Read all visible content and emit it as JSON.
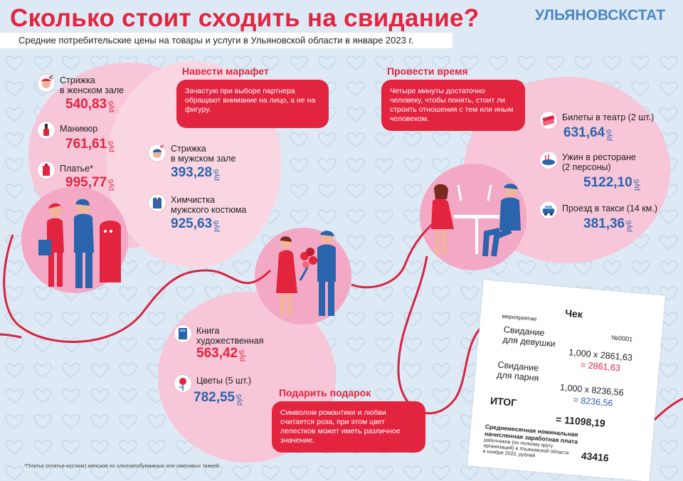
{
  "header": {
    "title": "Сколько стоит сходить на свидание?",
    "brand": "УЛЬЯНОВСКСТАТ",
    "subtitle": "Средние потребительские цены на товары и услуги в Ульяновской области в январе 2023 г."
  },
  "unit": "руб",
  "makeover": {
    "title": "Навести марафет",
    "note": "Зачастую при выборе партнера обращают внимание на лицо, а не на фигуру.",
    "items": [
      {
        "label_1": "Стрижка",
        "label_2": "в женском зале",
        "price": "540,83",
        "icon": "scissors-icon"
      },
      {
        "label_1": "Маникюр",
        "label_2": "",
        "price": "761,61",
        "icon": "nail-polish-icon"
      },
      {
        "label_1": "Платье*",
        "label_2": "",
        "price": "995,77",
        "icon": "dress-icon"
      },
      {
        "label_1": "Стрижка",
        "label_2": "в мужском зале",
        "price": "393,28",
        "icon": "male-haircut-icon"
      },
      {
        "label_1": "Химчистка",
        "label_2": "мужского костюма",
        "price": "925,63",
        "icon": "suit-icon"
      }
    ]
  },
  "gift": {
    "title": "Подарить подарок",
    "note": "Символом романтики и любви считается роза, при этом цвет лепестков может иметь различное значение.",
    "items": [
      {
        "label_1": "Книга",
        "label_2": "художественная",
        "price": "563,42",
        "icon": "book-icon"
      },
      {
        "label_1": "Цветы (5 шт.)",
        "label_2": "",
        "price": "782,55",
        "icon": "rose-icon"
      }
    ]
  },
  "time": {
    "title": "Провести время",
    "note": "Четыре минуты достаточно человеку, чтобы понять, стоит ли строить отношения с тем или иным человеком.",
    "items": [
      {
        "label_1": "Билеты в театр (2 шт.)",
        "label_2": "",
        "price": "631,64",
        "icon": "ticket-icon"
      },
      {
        "label_1": "Ужин в ресторане",
        "label_2": "(2 персоны)",
        "price": "5122,10",
        "icon": "dinner-icon"
      },
      {
        "label_1": "Проезд в такси (14 км.)",
        "label_2": "",
        "price": "381,36",
        "icon": "taxi-icon"
      }
    ]
  },
  "receipt": {
    "title": "Чек",
    "event_label": "мероприятие",
    "number": "№0001",
    "girl_1": "Свидание",
    "girl_2": "для девушки",
    "girl_calc": "1,000 х 2861,63",
    "girl_total": "= 2861,63",
    "boy_1": "Свидание",
    "boy_2": "для парня",
    "boy_calc": "1,000 х 8236,56",
    "boy_total": "= 8236,56",
    "total_label": "ИТОГ",
    "total_value": "= 11098,19",
    "salary_1": "Среднемесячная номинальная",
    "salary_2": "начисленная заработная плата",
    "salary_3": "работников (по полному кругу",
    "salary_4": "организаций) в Ульяновской области",
    "salary_5": "в ноябре 2022, рублей",
    "salary_value": "43416"
  },
  "footnote": "*Платье (платье-костюм) женское из хлопчатобумажных или смесовых тканей",
  "colors": {
    "accent_red": "#e3243f",
    "accent_blue": "#2a64ad",
    "background": "#dde9f4",
    "pink": "#f7c6d8"
  }
}
